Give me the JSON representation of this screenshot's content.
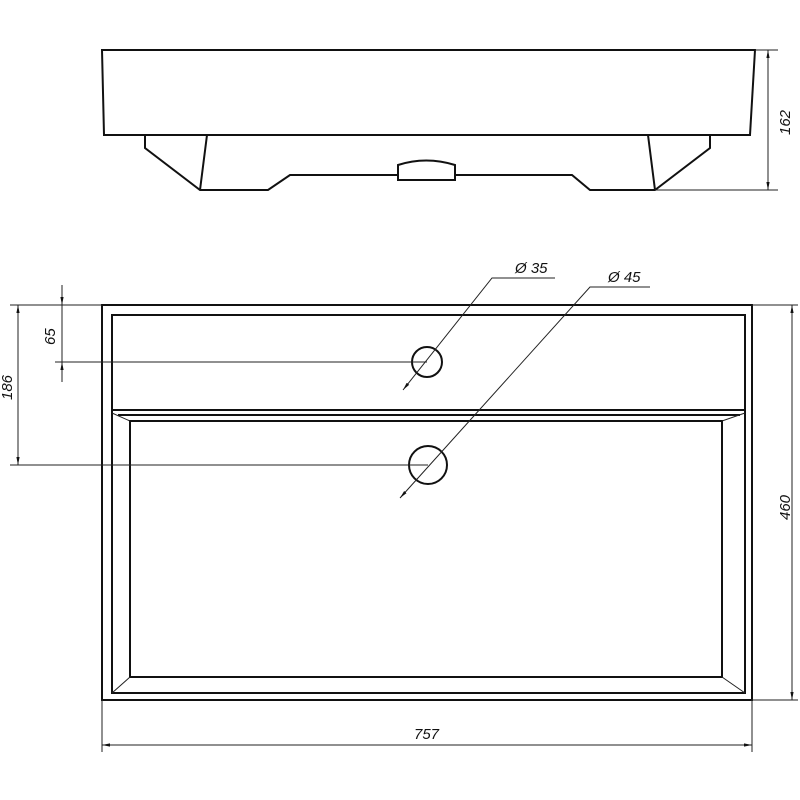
{
  "title": "Washbasin technical drawing",
  "dimensions": {
    "height": "162",
    "depth": "460",
    "width": "757",
    "tap_hole_offset": "65",
    "drain_offset": "186",
    "tap_hole_diameter": "Ø 35",
    "drain_diameter": "Ø 45"
  }
}
